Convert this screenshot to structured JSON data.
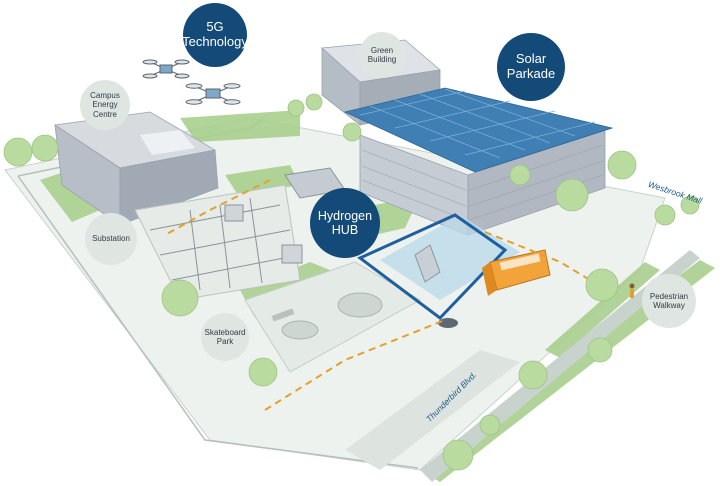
{
  "labels": {
    "tech5g": "5G\nTechnology",
    "solar": "Solar\nParkade",
    "hydrogen": "Hydrogen\nHUB",
    "green_building": "Green\nBuilding",
    "campus_energy": "Campus\nEnergy\nCentre",
    "substation": "Substation",
    "skateboard": "Skateboard\nPark",
    "pedestrian": "Pedestrian\nWalkway"
  },
  "roads": {
    "wesbrook": "Wesbrook Mall",
    "thunderbird": "Thunderbird Blvd."
  },
  "colors": {
    "dark_circle": "#134a78",
    "light_circle": "#dfe6e2",
    "grass": "#a9cf8e",
    "tree": "#b9dba0",
    "building": "#c9cdd3",
    "solar_panel": "#3f7fb3",
    "path": "#e3a12b",
    "hub_outline": "#1f5fa0"
  }
}
